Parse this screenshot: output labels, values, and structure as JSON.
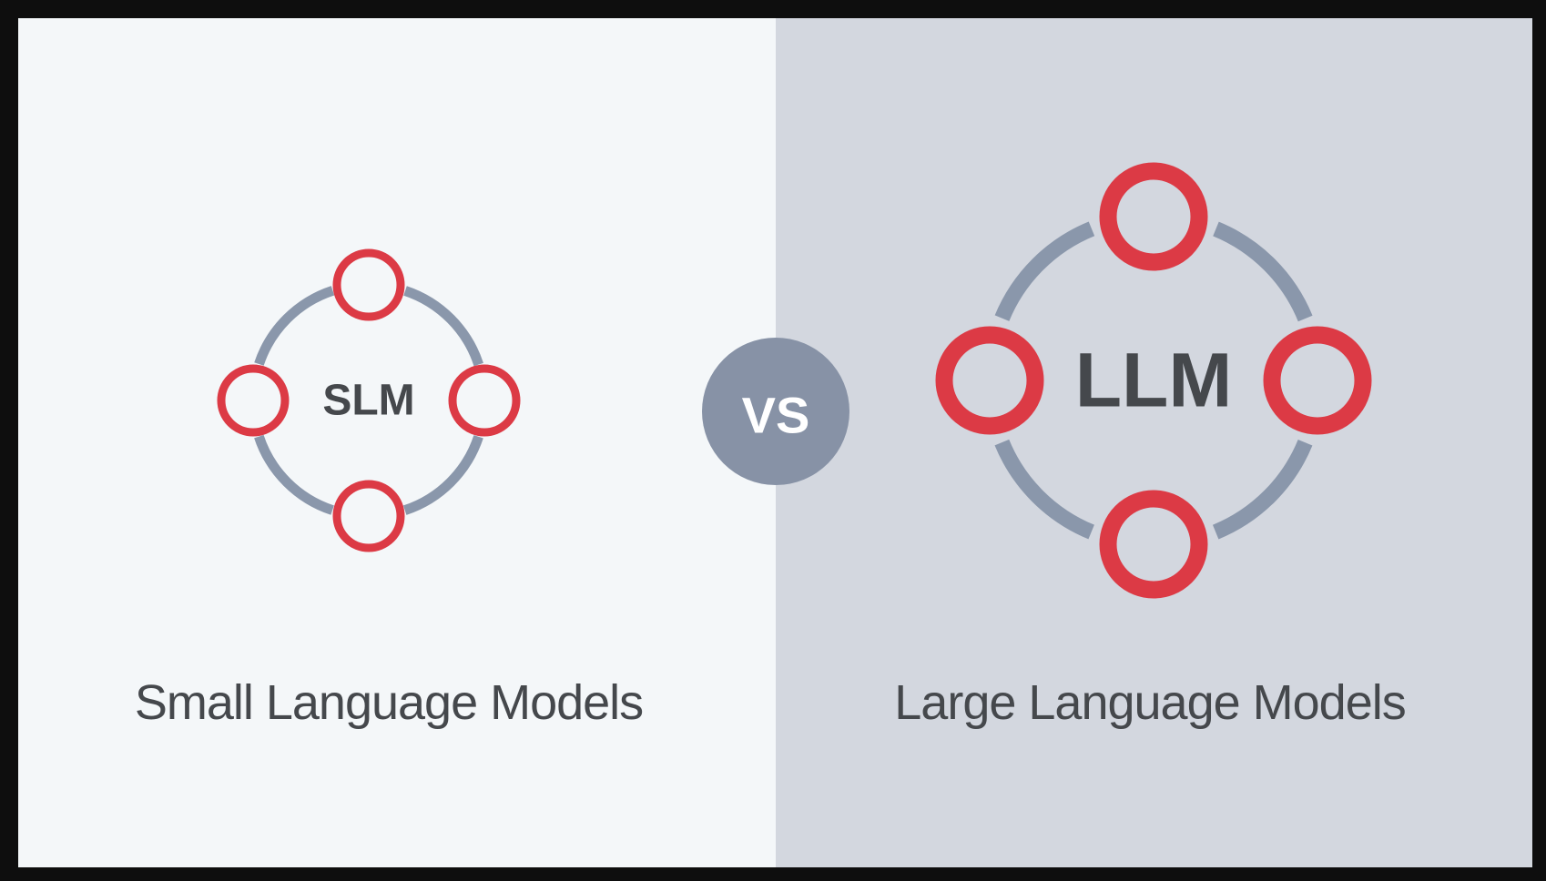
{
  "left": {
    "label": "SLM",
    "caption": "Small Language Models"
  },
  "right": {
    "label": "LLM",
    "caption": "Large Language Models"
  },
  "versus": {
    "label": "VS"
  },
  "colors": {
    "frame": "#0e0e0e",
    "left_bg": "#f4f7f9",
    "right_bg": "#d3d7df",
    "node_red": "#dc3a45",
    "ring_gray": "#8a97ab",
    "vs_circle": "#8792a6",
    "text_dark": "#45484c"
  }
}
